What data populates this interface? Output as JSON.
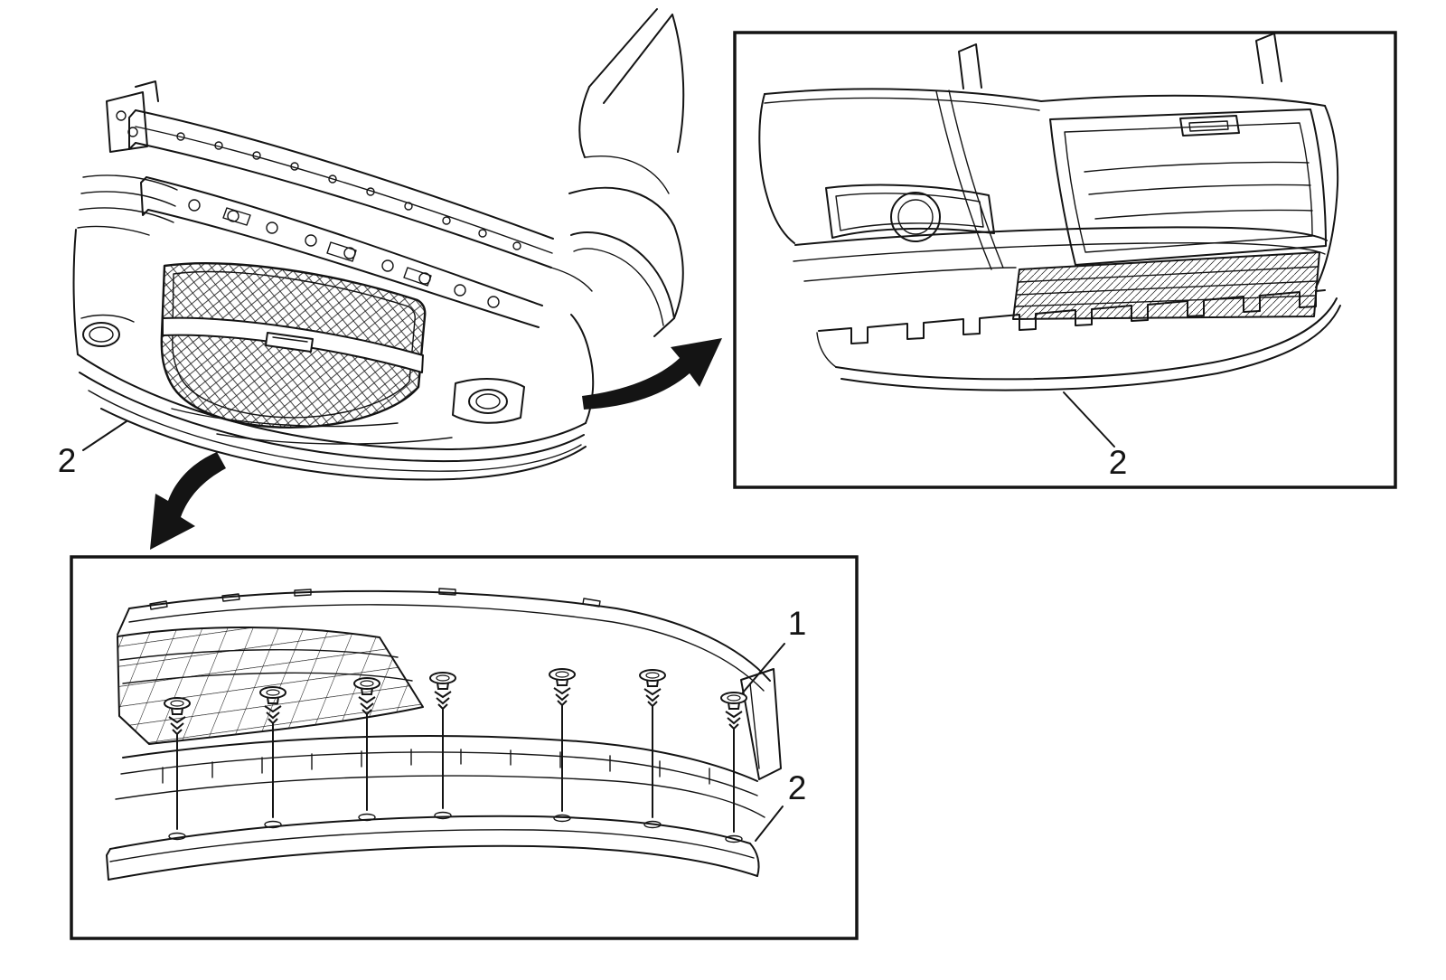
{
  "document": {
    "background": "#ffffff",
    "line_color": "#141414",
    "description": "Front bumper fascia extension exploded-view service illustration"
  },
  "callouts": {
    "main_fascia": "2",
    "inset_fascia": "2",
    "retainer": "1",
    "extension": "2"
  },
  "icons": {
    "flow_arrow_right": "solid curved arrow pointing to upper-right inset",
    "flow_arrow_down": "solid curved arrow pointing to lower detail inset"
  }
}
